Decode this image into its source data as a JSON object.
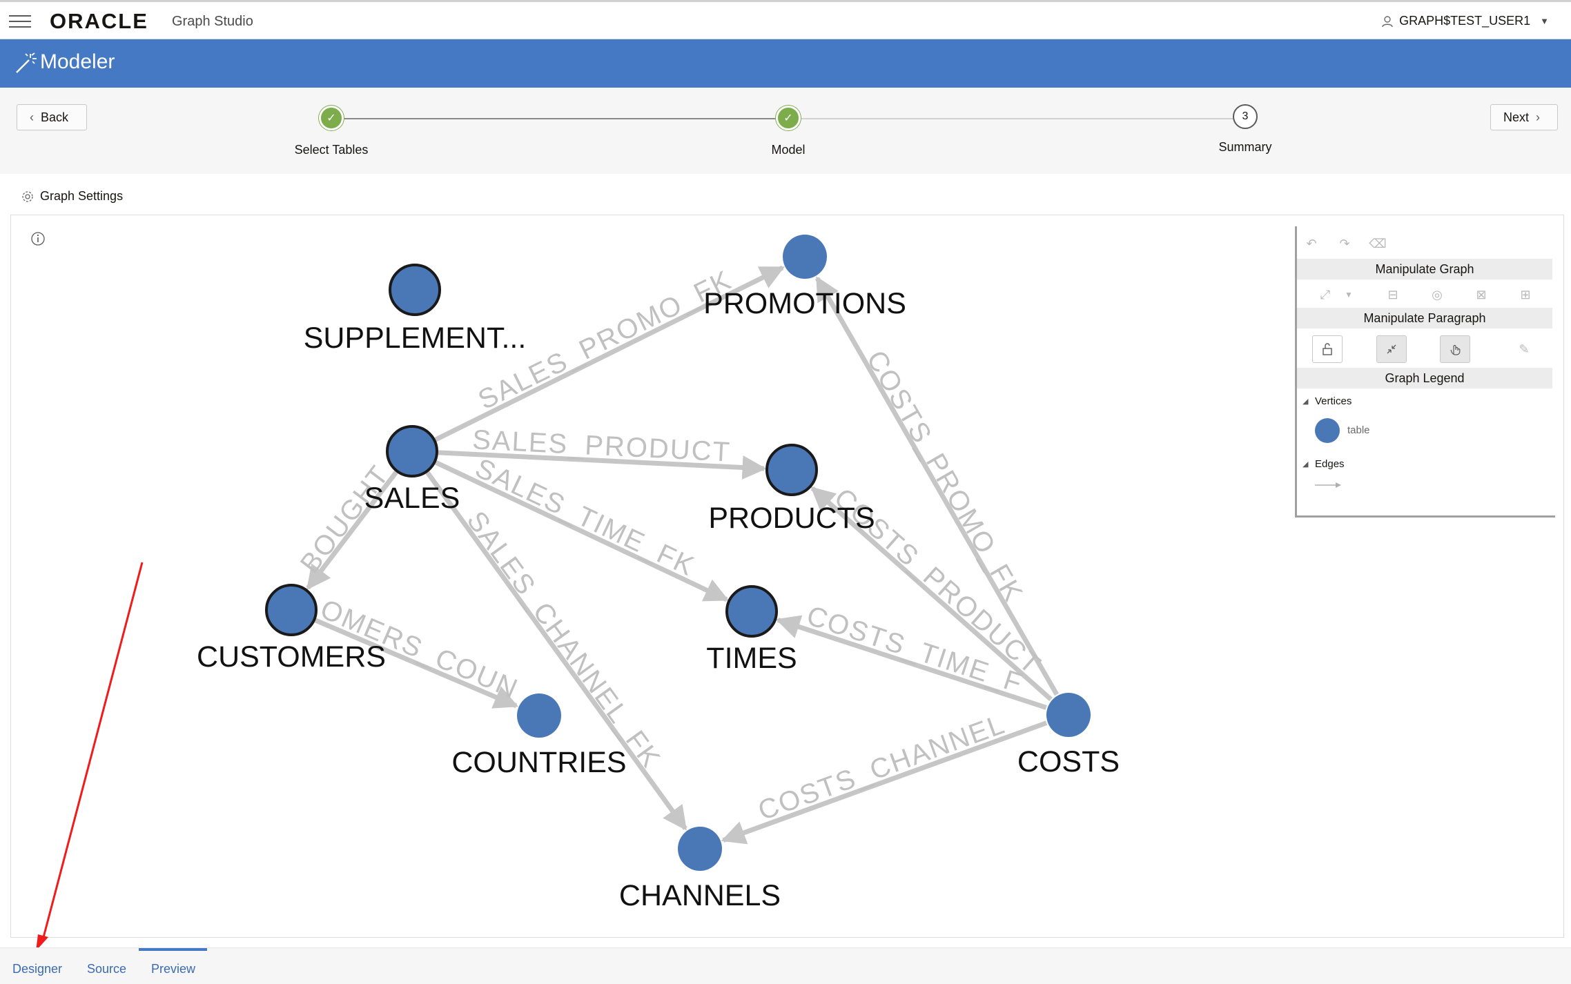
{
  "header": {
    "logo": "ORACLE",
    "product": "Graph Studio",
    "user": "GRAPH$TEST_USER1"
  },
  "banner": {
    "title": "Modeler"
  },
  "wizard": {
    "back_label": "Back",
    "next_label": "Next",
    "steps": [
      {
        "label": "Select Tables",
        "status": "done"
      },
      {
        "label": "Model",
        "status": "done"
      },
      {
        "label": "Summary",
        "status": "pending",
        "number": "3"
      }
    ]
  },
  "graph_settings_label": "Graph Settings",
  "graph": {
    "vertex_color": "#4a78b6",
    "edge_color": "#c6c6c6",
    "vertices": [
      {
        "id": "SUPPLEMENT",
        "label": "SUPPLEMENT..."
      },
      {
        "id": "PROMOTIONS",
        "label": "PROMOTIONS"
      },
      {
        "id": "SALES",
        "label": "SALES"
      },
      {
        "id": "PRODUCTS",
        "label": "PRODUCTS"
      },
      {
        "id": "CUSTOMERS",
        "label": "CUSTOMERS"
      },
      {
        "id": "TIMES",
        "label": "TIMES"
      },
      {
        "id": "COUNTRIES",
        "label": "COUNTRIES"
      },
      {
        "id": "COSTS",
        "label": "COSTS"
      },
      {
        "id": "CHANNELS",
        "label": "CHANNELS"
      }
    ],
    "edges": [
      {
        "from": "SALES",
        "to": "PROMOTIONS",
        "label": "SALES_PROMO_FK"
      },
      {
        "from": "SALES",
        "to": "PRODUCTS",
        "label": "SALES_PRODUCT"
      },
      {
        "from": "SALES",
        "to": "TIMES",
        "label": "SALES_TIME_FK"
      },
      {
        "from": "SALES",
        "to": "CUSTOMERS",
        "label": "BOUGHT"
      },
      {
        "from": "SALES",
        "to": "CHANNELS",
        "label": "SALES_CHANNEL_FK"
      },
      {
        "from": "CUSTOMERS",
        "to": "COUNTRIES",
        "label": "OMERS_COUN"
      },
      {
        "from": "COSTS",
        "to": "PROMOTIONS",
        "label": "COSTS_PROMO_FK"
      },
      {
        "from": "COSTS",
        "to": "PRODUCTS",
        "label": "COSTS_PRODUCT"
      },
      {
        "from": "COSTS",
        "to": "TIMES",
        "label": "COSTS_TIME_F"
      },
      {
        "from": "COSTS",
        "to": "CHANNELS",
        "label": "COSTS_CHANNEL"
      }
    ]
  },
  "panel": {
    "manipulate_graph": "Manipulate Graph",
    "manipulate_paragraph": "Manipulate Paragraph",
    "graph_legend": "Graph Legend",
    "vertices_label": "Vertices",
    "vertex_type": "table",
    "edges_label": "Edges"
  },
  "tabs": [
    {
      "label": "Designer"
    },
    {
      "label": "Source"
    },
    {
      "label": "Preview",
      "active": true
    }
  ]
}
